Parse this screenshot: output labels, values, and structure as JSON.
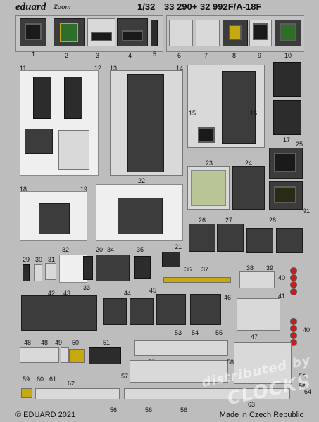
{
  "header": {
    "brand": "eduard",
    "sub_brand": "Zoom",
    "scale": "1/32",
    "product_code": "33 290+ 32 992F/A-18F"
  },
  "footer": {
    "copyright": "© EDUARD 2021",
    "origin": "Made in Czech Republic"
  },
  "watermark": {
    "line1": "distributed by",
    "line2": "CLOCKS"
  },
  "part_numbers": {
    "n1": "1",
    "n2": "2",
    "n3": "3",
    "n4": "4",
    "n5": "5",
    "n6": "6",
    "n7": "7",
    "n8": "8",
    "n9": "9",
    "n10": "10",
    "n11": "11",
    "n12": "12",
    "n13": "13",
    "n14": "14",
    "n15": "15",
    "n16": "16",
    "n17": "17",
    "n18": "18",
    "n19": "19",
    "n20": "20",
    "n21": "21",
    "n22": "22",
    "n23": "23",
    "n24": "24",
    "n25": "25",
    "n26": "26",
    "n27": "27",
    "n28": "28",
    "n29": "29",
    "n30": "30",
    "n31": "31",
    "n32": "32",
    "n33": "33",
    "n34": "34",
    "n35": "35",
    "n36": "36",
    "n37": "37",
    "n38": "38",
    "n39": "39",
    "n40": "40",
    "n41": "41",
    "n42": "42",
    "n43": "43",
    "n44": "44",
    "n45": "45",
    "n46": "46",
    "n47": "47",
    "n48": "48",
    "n49": "49",
    "n50": "50",
    "n51": "51",
    "n52": "52",
    "n53": "53",
    "n54": "54",
    "n55": "55",
    "n56": "56",
    "n57": "57",
    "n58": "58",
    "n59": "59",
    "n60": "60",
    "n61": "61",
    "n62": "62",
    "n63": "63",
    "n64": "64",
    "n91": "91"
  },
  "colors": {
    "fret": "#bdbdbd",
    "panel": "#3c3c3c",
    "screen_green": "#2d6e2a",
    "warning_yellow": "#c8a80f",
    "light_red": "#c71d1d"
  }
}
